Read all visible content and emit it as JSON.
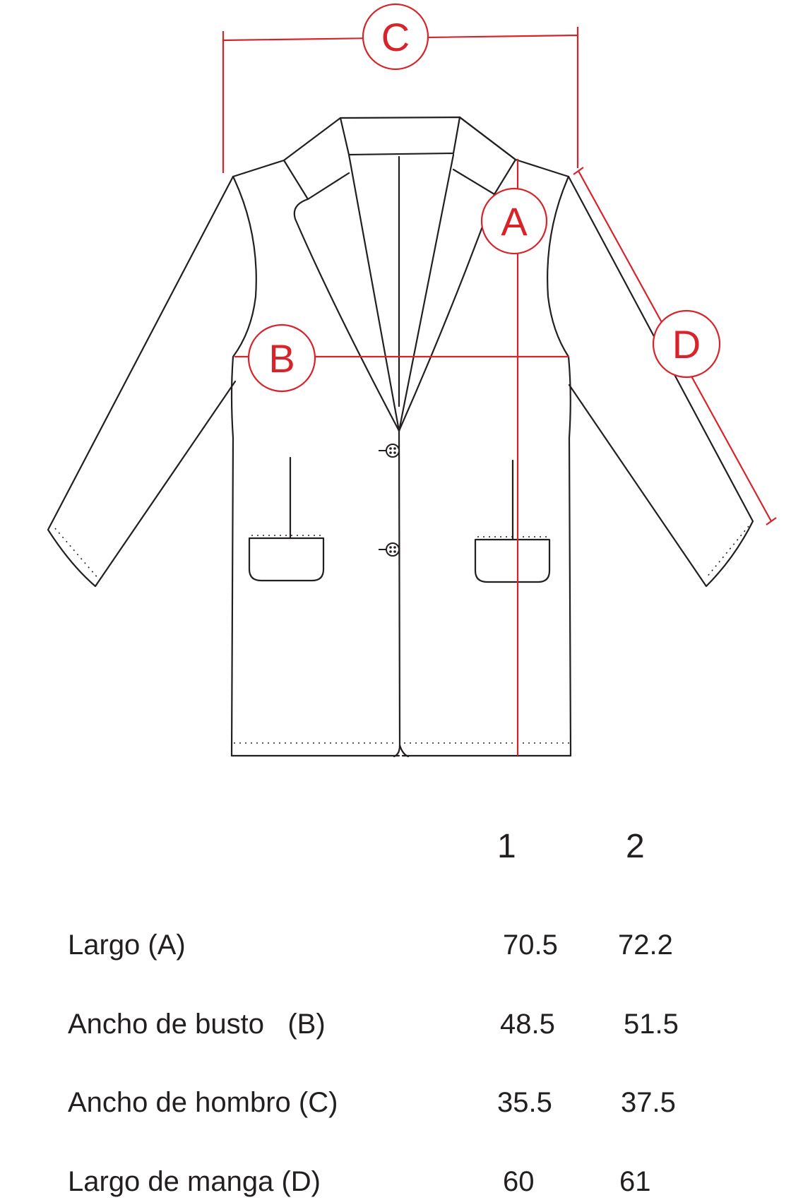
{
  "colors": {
    "outline": "#231f20",
    "measure": "#d8232a"
  },
  "markers": {
    "a": "A",
    "b": "B",
    "c": "C",
    "d": "D"
  },
  "size_headers": [
    "1",
    "2"
  ],
  "rows": [
    {
      "label": "Largo (A)",
      "values": [
        "70.5",
        "72.2"
      ]
    },
    {
      "label": "Ancho de busto   (B)",
      "values": [
        "48.5",
        "51.5"
      ]
    },
    {
      "label": "Ancho de hombro (C)",
      "values": [
        "35.5",
        "37.5"
      ]
    },
    {
      "label": "Largo de manga (D)",
      "values": [
        "60",
        "61"
      ]
    }
  ]
}
